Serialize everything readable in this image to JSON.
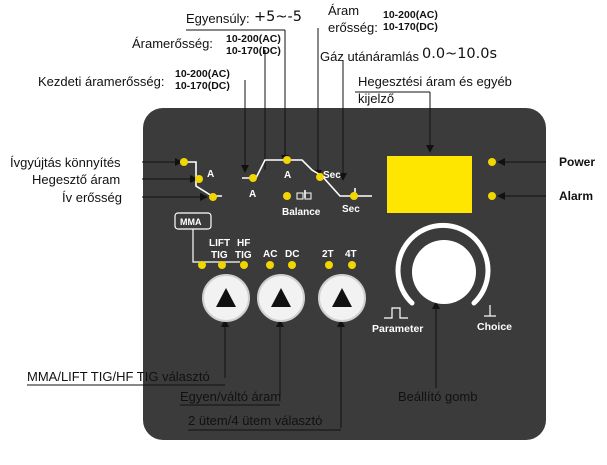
{
  "labels": {
    "egyensuly": "Egyensúly:",
    "egyensuly_range": "+5~-5",
    "aram": "Áram",
    "aram_erosseg": "erősség:",
    "aram_ac": "10-200(AC)",
    "aram_dc": "10-170(DC)",
    "aramerosseg": "Áramerősség:",
    "aramerosseg_ac": "10-200(AC)",
    "aramerosseg_dc": "10-170(DC)",
    "gaz": "Gáz utánáramlás",
    "gaz_range": "0.0~10.0s",
    "kezdeti": "Kezdeti áramerősség:",
    "kezdeti_ac": "10-200(AC)",
    "kezdeti_dc": "10-170(DC)",
    "hegesztesi_line1": "Hegesztési áram és egyéb",
    "hegesztesi_line2": "kijelző",
    "ivgyujtas": "Ívgyújtás könnyítés",
    "hegeszto_aram": "Hegesztő áram",
    "iv_erosseg": "Ív erősség",
    "power": "Power",
    "alarm": "Alarm",
    "mma_valaszto": "MMA/LIFT TIG/HF TIG választó",
    "egyen_valto": "Egyen/váltó áram",
    "utem_valaszto": "2 ütem/4 ütem választó",
    "beallito_gomb": "Beállító gomb"
  },
  "panel": {
    "a_small": "A",
    "a_left": "A",
    "a_right": "A",
    "sec_top": "Sec",
    "sec_bottom": "Sec",
    "balance": "Balance",
    "mma": "MMA",
    "lift": "LIFT",
    "tig1": "TIG",
    "hf": "HF",
    "tig2": "TIG",
    "ac": "AC",
    "dc": "DC",
    "t2": "2T",
    "t4": "4T",
    "parameter": "Parameter",
    "choice": "Choice"
  },
  "colors": {
    "panel": "#3b3b3b",
    "led": "#f2d600",
    "display": "#ffe600",
    "button": "#f2f2f2"
  }
}
